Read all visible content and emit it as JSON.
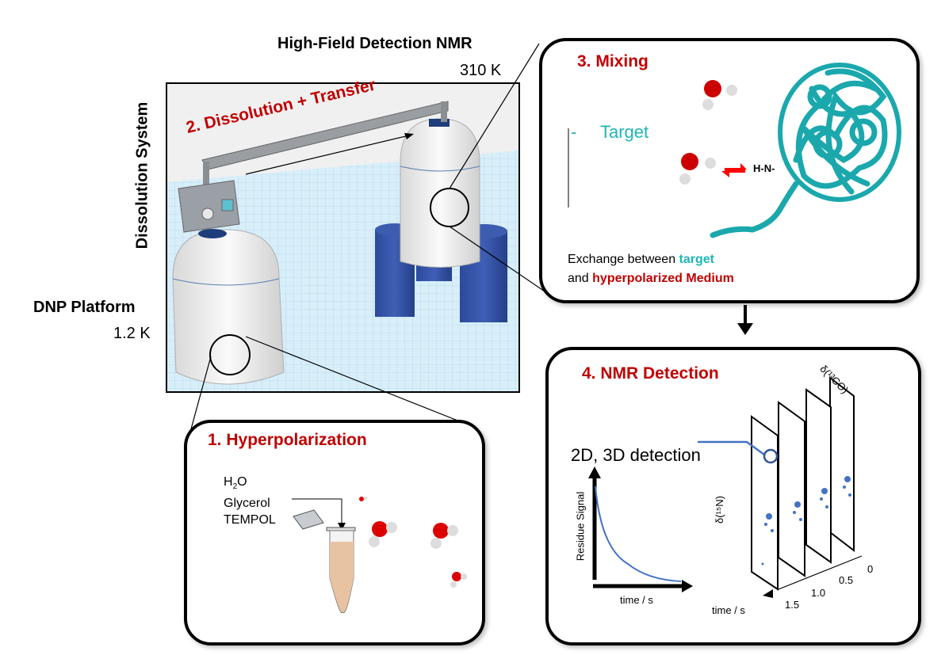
{
  "labels": {
    "high_field_title": "High-Field Detection NMR",
    "high_field_temp": "310 K",
    "dissolution_system": "Dissolution System",
    "dnp_title": "DNP Platform",
    "dnp_temp": "1.2 K",
    "dissolution_transfer": "2. Dissolution + Transfer"
  },
  "panel1": {
    "title": "1. Hyperpolarization",
    "h2o_h": "H",
    "h2o_sub": "2",
    "h2o_o": "O",
    "glycerol": "Glycerol",
    "tempol": "TEMPOL"
  },
  "panel3": {
    "title": "3. Mixing",
    "legend_dash": "-",
    "legend_target": "Target",
    "hn_label": "H-N-",
    "caption_line1_a": "Exchange between ",
    "caption_line1_b": "target",
    "caption_line2_a": "and ",
    "caption_line2_b": "hyperpolarized Medium"
  },
  "panel4": {
    "title": "4. NMR Detection",
    "detection_label": "2D, 3D detection",
    "y_axis": "Residue Signal",
    "x_axis": "time / s",
    "n15_axis": "δ(¹⁵N)",
    "co13_axis": "δ(¹³CO)",
    "time_axis": "time / s",
    "time_ticks": [
      "0",
      "0.5",
      "1.0",
      "1.5"
    ]
  },
  "colors": {
    "title_red": "#c00000",
    "target_cyan": "#1fb5b5",
    "magnet_blue": "#2e4a9a",
    "peak_blue": "#4472c4",
    "floor_blue": "#cfe8f5"
  }
}
